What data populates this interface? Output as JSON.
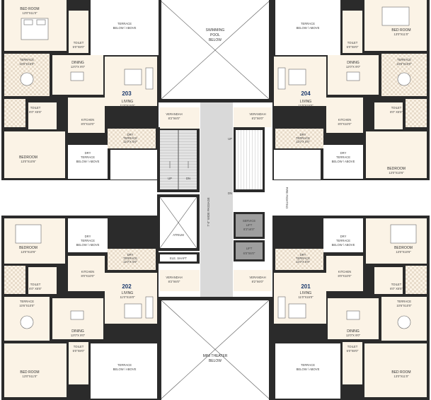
{
  "labels": {
    "bedroom_13x11": "BED ROOM",
    "bedroom_13x11_dim": "13'0\"X11'0\"",
    "bedroom_13x10": "BEDROOM",
    "bedroom_13x10_dim": "13'0\"X10'6\"",
    "toilet": "TOILET",
    "toilet_dim_5x8": "5'0\"X8'0\"",
    "toilet_dim_6x5": "6'0\" X5'5\"",
    "terrace": "TERRACE",
    "terrace_dim": "10'6\"X10'0\"",
    "dining": "DINING",
    "dining_dim": "12'0\"X 9'0\"",
    "living": "LIVING",
    "living_dim": "11'0\"X15'0\"",
    "kitchen": "KITCHEN",
    "kitchen_dim": "8'0\"X10'0\"",
    "verandah": "VERANDAH",
    "verandah_dim": "8'2\"X6'0\"",
    "dry_terrace": "DRY",
    "dry_terrace_2": "TERRACE",
    "dry_terrace_dim": "11'0\"X 5'0\"",
    "dry_terrace_below_1": "DRY",
    "dry_terrace_below_2": "TERRACE",
    "dry_terrace_below_3": "BELOW / ABOVE",
    "terrace_below_1": "TERRACE",
    "terrace_below_2": "BELOW / ABOVE",
    "pool_1": "SWIMMING",
    "pool_2": "POOL",
    "pool_3": "BELOW",
    "theater_1": "MINI THEATER",
    "theater_2": "BELOW",
    "passage": "7'-0\" WIDE PASSAGE",
    "service_lift": "SERVICE",
    "service_lift_2": "LIFT",
    "service_lift_dim": "8'3\"x6'0\"",
    "lift": "LIFT",
    "lift_dim": "6'0\"X6'0\"",
    "atrium": "ATRIUM",
    "ele_shaft": "ELE. SHAFT",
    "fire_fighting": "FIRE FIGHTING",
    "up": "UP",
    "dn": "DN"
  },
  "units": {
    "u203": "203",
    "u204": "204",
    "u202": "202",
    "u201": "201"
  }
}
